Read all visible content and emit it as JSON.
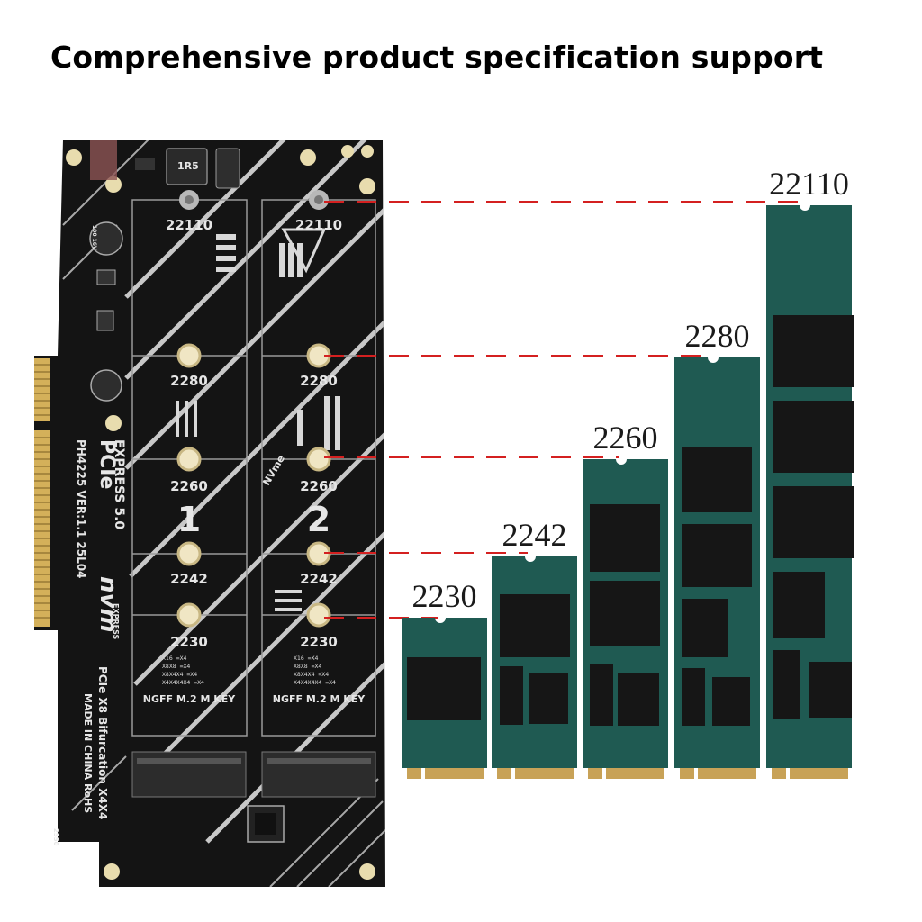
{
  "headline": "Comprehensive product specification support",
  "colors": {
    "pcb": "#141414",
    "stripe": "#e6e6e6",
    "ssd_green": "#1f5a52",
    "chip": "#161616",
    "gold": "#c8a257",
    "guide_line": "#d42020"
  },
  "ssd_sizes": [
    {
      "label": "2230"
    },
    {
      "label": "2242"
    },
    {
      "label": "2260"
    },
    {
      "label": "2280"
    },
    {
      "label": "22110"
    }
  ],
  "board": {
    "slot_marks": [
      "22110",
      "2280",
      "2260",
      "2242",
      "2230"
    ],
    "slot_numbers": [
      "1",
      "2"
    ],
    "connector_label": "NGFF M.2 M KEY",
    "model": "PH4225  VER:1.1  25L04",
    "pcie_logo": "PCIe",
    "pcie_express": "EXPRESS 5.0",
    "nvme_logo": "nvm",
    "nvme_sub": "EXPRESS",
    "nvme_text": "NVme",
    "bottom_text": "PCIe X8 Bifurcation X4X4",
    "made_in": "MADE IN CHINA  RoHS",
    "bif_table": [
      "X16      =X4",
      "X8X8     =X4",
      "X8X4X4   =X4",
      "X4X4X4X4 =X4"
    ],
    "chip_mark": "1R5",
    "cap_mark": "100 16V",
    "corner_mark": "2550"
  }
}
